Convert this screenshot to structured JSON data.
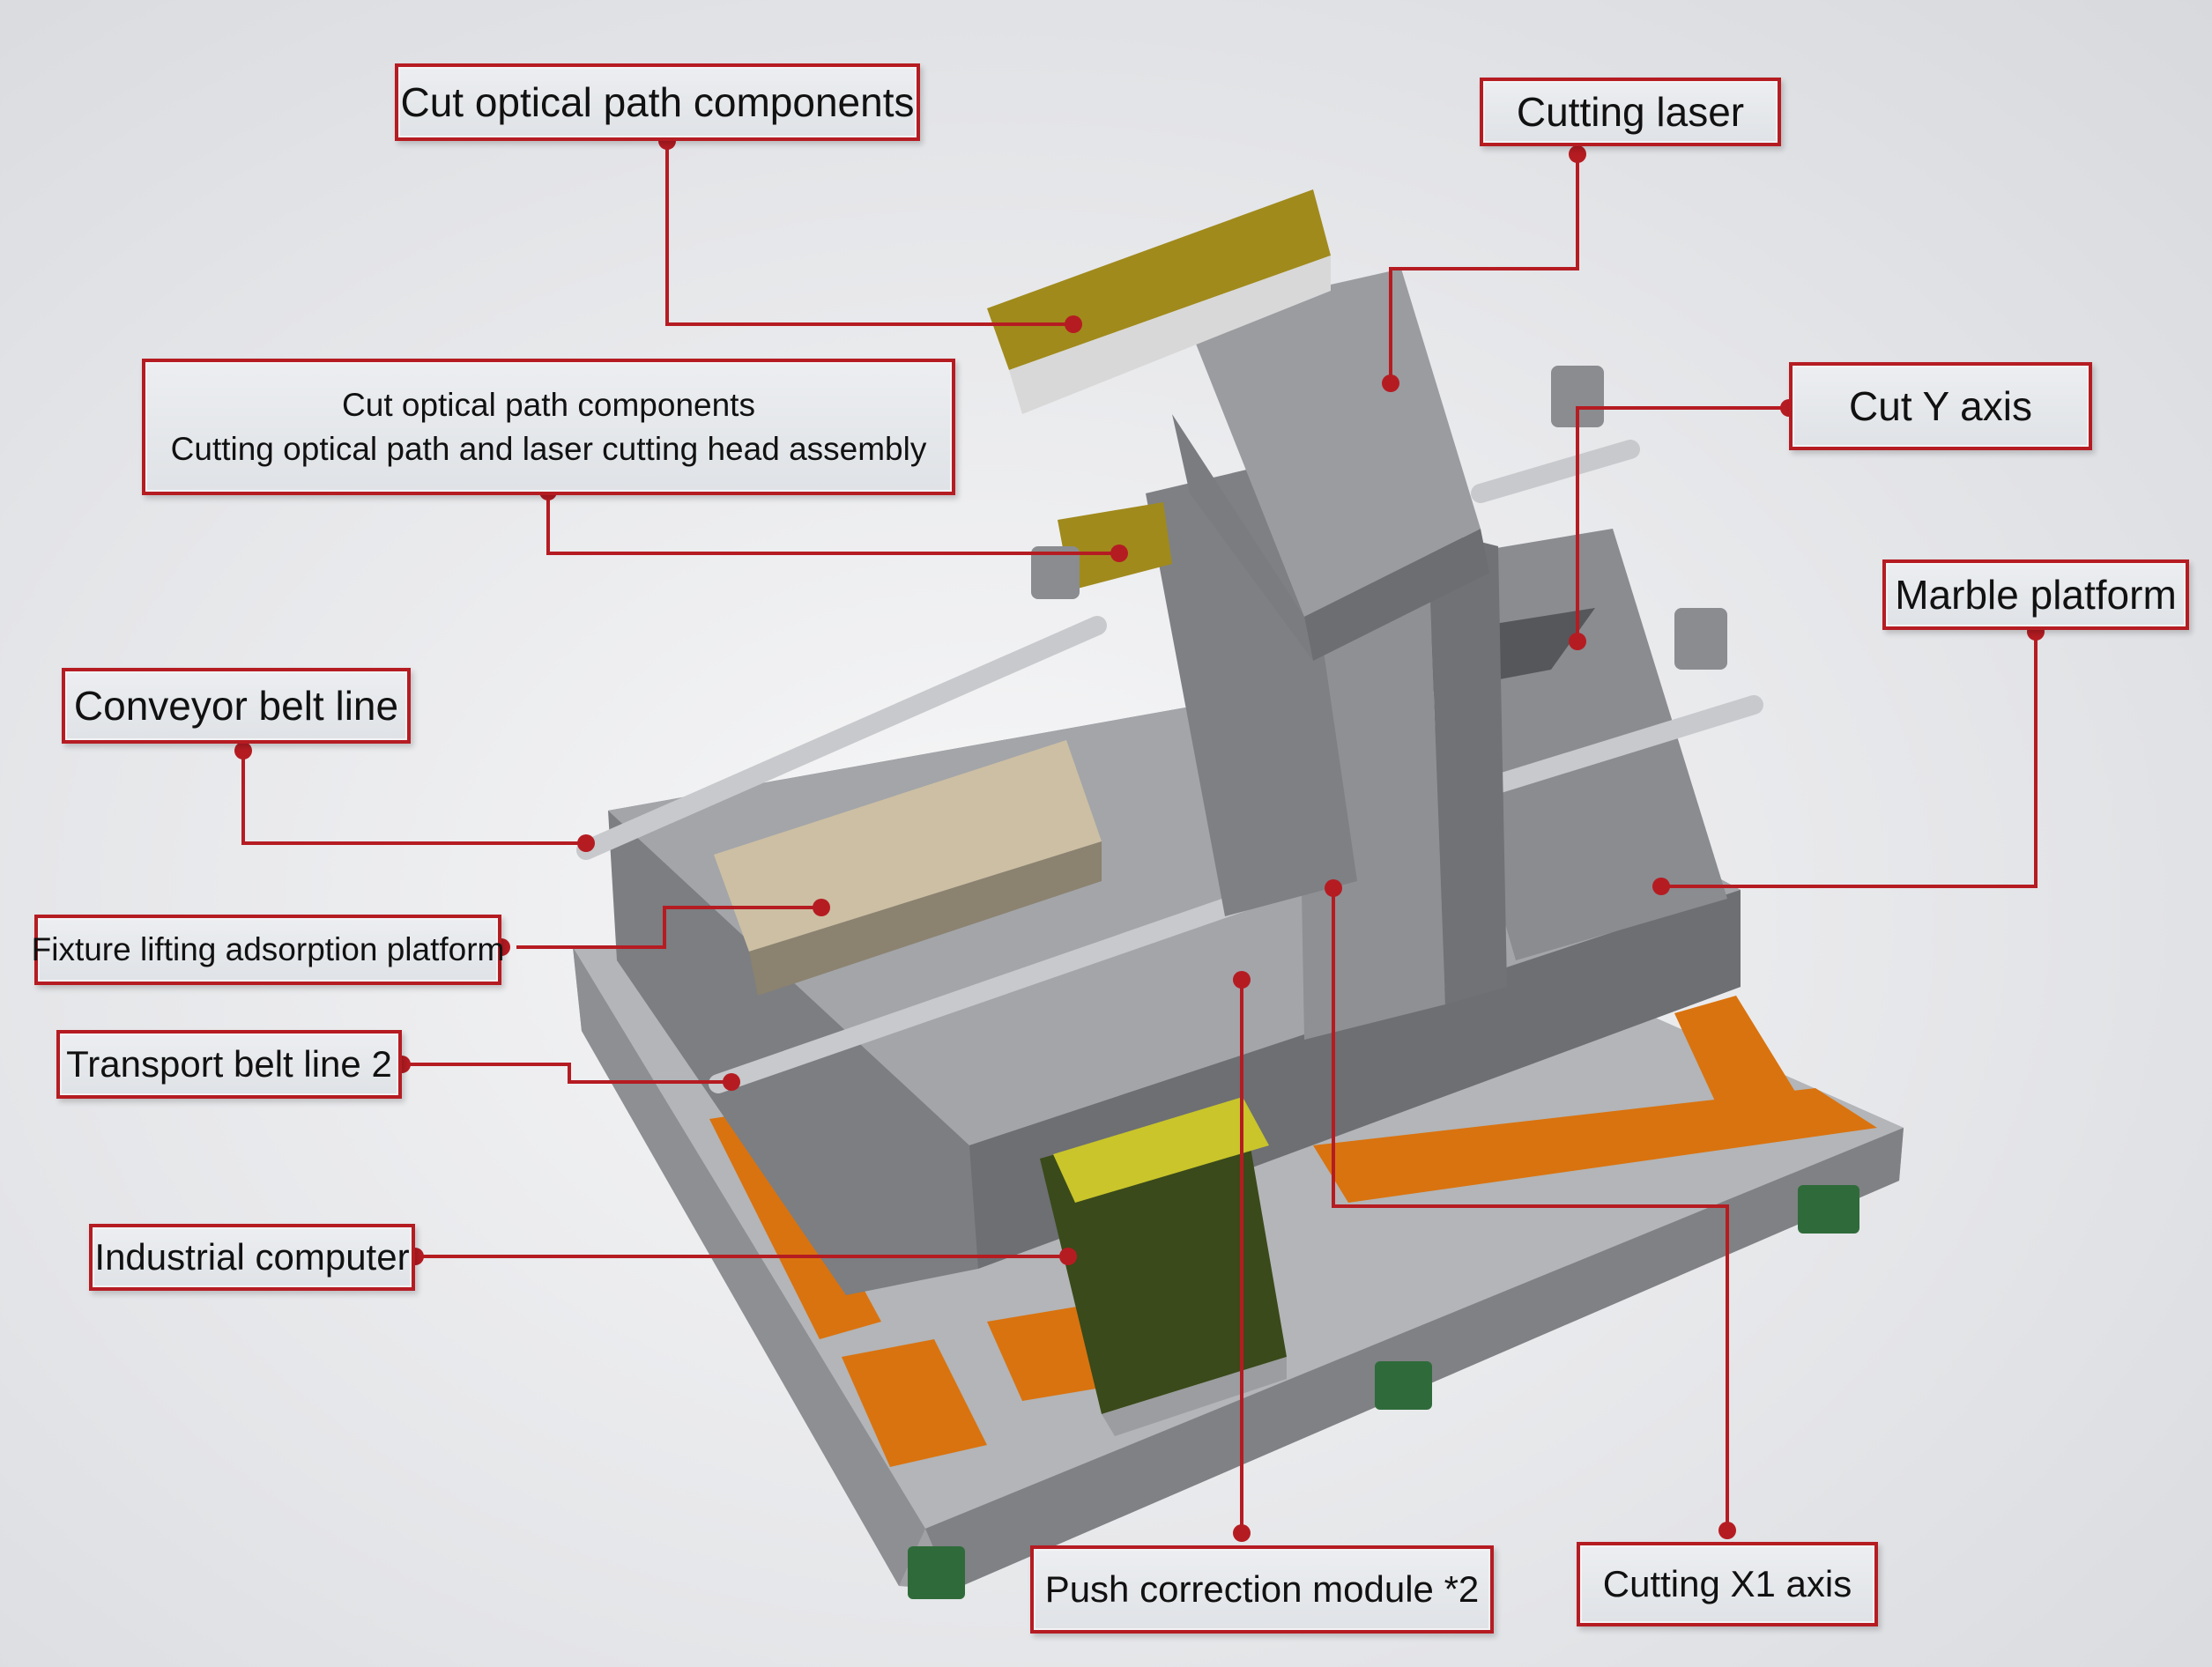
{
  "labels": {
    "cut_optical_top": "Cut optical path components",
    "cutting_laser": "Cutting laser",
    "cut_optical_mid_line1": "Cut optical path components",
    "cut_optical_mid_line2": "Cutting optical path and laser cutting head assembly",
    "cut_y_axis": "Cut Y axis",
    "marble_platform": "Marble platform",
    "conveyor_belt_line": "Conveyor belt line",
    "fixture_lifting": "Fixture lifting adsorption platform",
    "transport_belt_2": "Transport belt line 2",
    "industrial_computer": "Industrial computer",
    "push_correction": "Push correction module *2",
    "cutting_x1_axis": "Cutting X1 axis"
  },
  "colors": {
    "callout_red": "#b51c22",
    "machine_grey": "#8d8f93",
    "base_grey": "#a7a9ac",
    "orange_pad": "#d9730f",
    "gold_module": "#9c8318",
    "green_feet": "#2f6b3a",
    "cabinet_yellow": "#c9c52b",
    "cabinet_green": "#3a4a1a"
  }
}
